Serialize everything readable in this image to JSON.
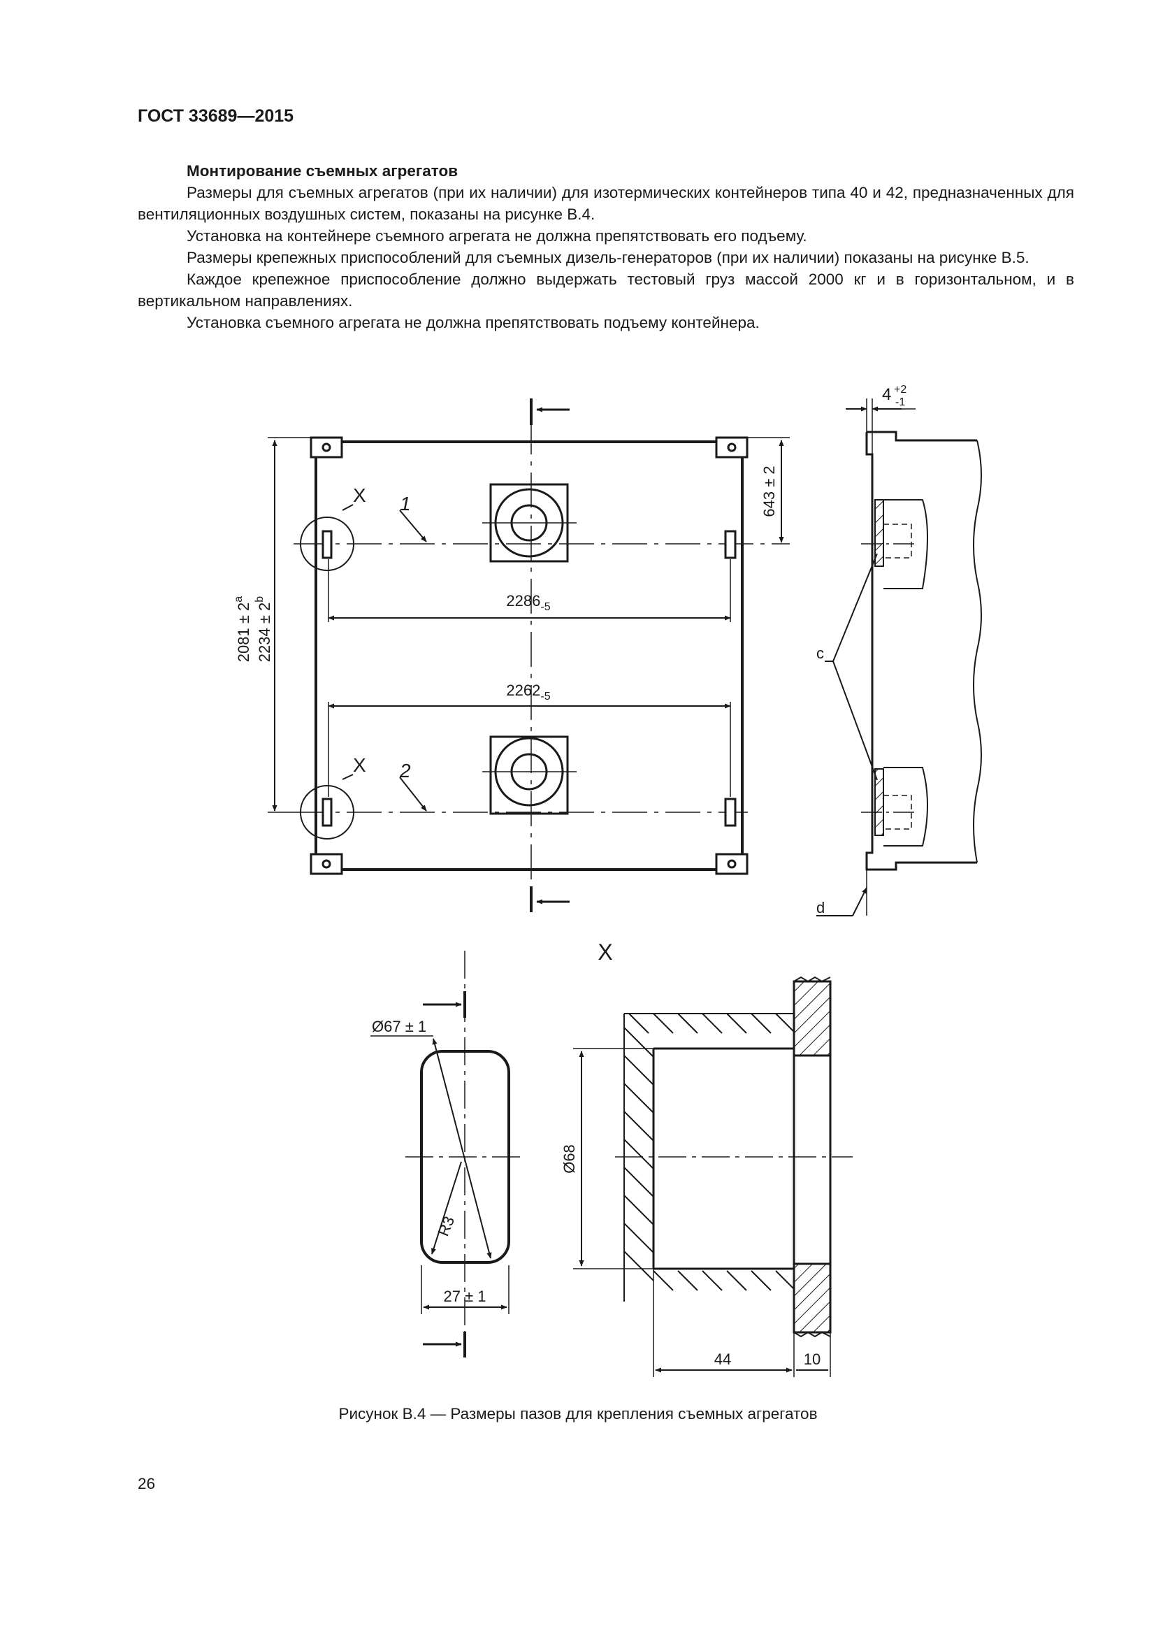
{
  "header": {
    "doc_code": "ГОСТ 33689—2015"
  },
  "section": {
    "heading": "Монтирование съемных агрегатов",
    "paragraphs": [
      "Размеры для съемных агрегатов (при их наличии) для изотермических контейнеров типа 40 и 42, предназначенных для вентиляционных воздушных систем, показаны на рисунке В.4.",
      "Установка на контейнере съемного агрегата не должна препятствовать его подъему.",
      "Размеры крепежных приспособлений для съемных дизель-генераторов (при их наличии) показаны на рисунке В.5.",
      "Каждое крепежное приспособление должно выдержать тестовый груз массой 2000 кг и в горизонтальном, и в вертикальном направлениях.",
      "Установка съемного агрегата не должна препятствовать подъему контейнера."
    ]
  },
  "figure": {
    "labels": {
      "dim_643": "643 ± 2",
      "dim_2081": "2081 ± 2",
      "dim_2081_sup": "a",
      "dim_2234": "2234 ± 2",
      "dim_2234_sup": "b",
      "dim_2286": "2286",
      "dim_2286_sub": "-5",
      "dim_2262": "2262",
      "dim_2262_sub": "-5",
      "dim_4": "4",
      "dim_4_sup": "+2",
      "dim_4_sub": "-1",
      "label_x_top": "X",
      "label_x_bottom": "X",
      "label_1": "1",
      "label_2": "2",
      "label_c": "c",
      "label_d": "d",
      "detail_title": "X",
      "dim_67": "Ø67 ± 1",
      "dim_r3": "R3",
      "dim_27": "27 ± 1",
      "dim_68": "Ø68",
      "dim_44": "44",
      "dim_10": "10"
    },
    "caption": "Рисунок В.4 — Размеры пазов для крепления съемных агрегатов"
  },
  "footer": {
    "page_number": "26"
  }
}
